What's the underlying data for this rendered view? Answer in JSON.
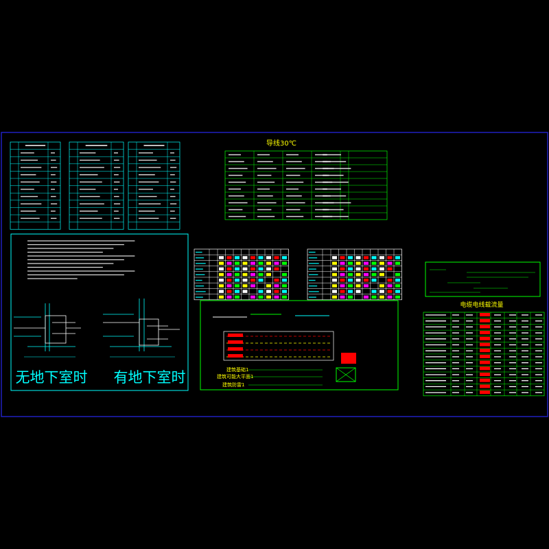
{
  "colors": {
    "background": "#000000",
    "sheet_frame": "#2020c0",
    "cyan": "#00ffff",
    "green": "#00ff00",
    "white": "#ffffff",
    "yellow": "#ffff00",
    "magenta": "#ff00ff",
    "red": "#ff0000"
  },
  "labels": {
    "wire_title": "导线30℃",
    "no_basement": "无地下室时",
    "with_basement": "有地下室时",
    "cable_title": "电缆电线载流量",
    "legend_1": "建筑基础1",
    "legend_2": "建筑可能大平面1",
    "legend_3": "建筑防雷1"
  }
}
